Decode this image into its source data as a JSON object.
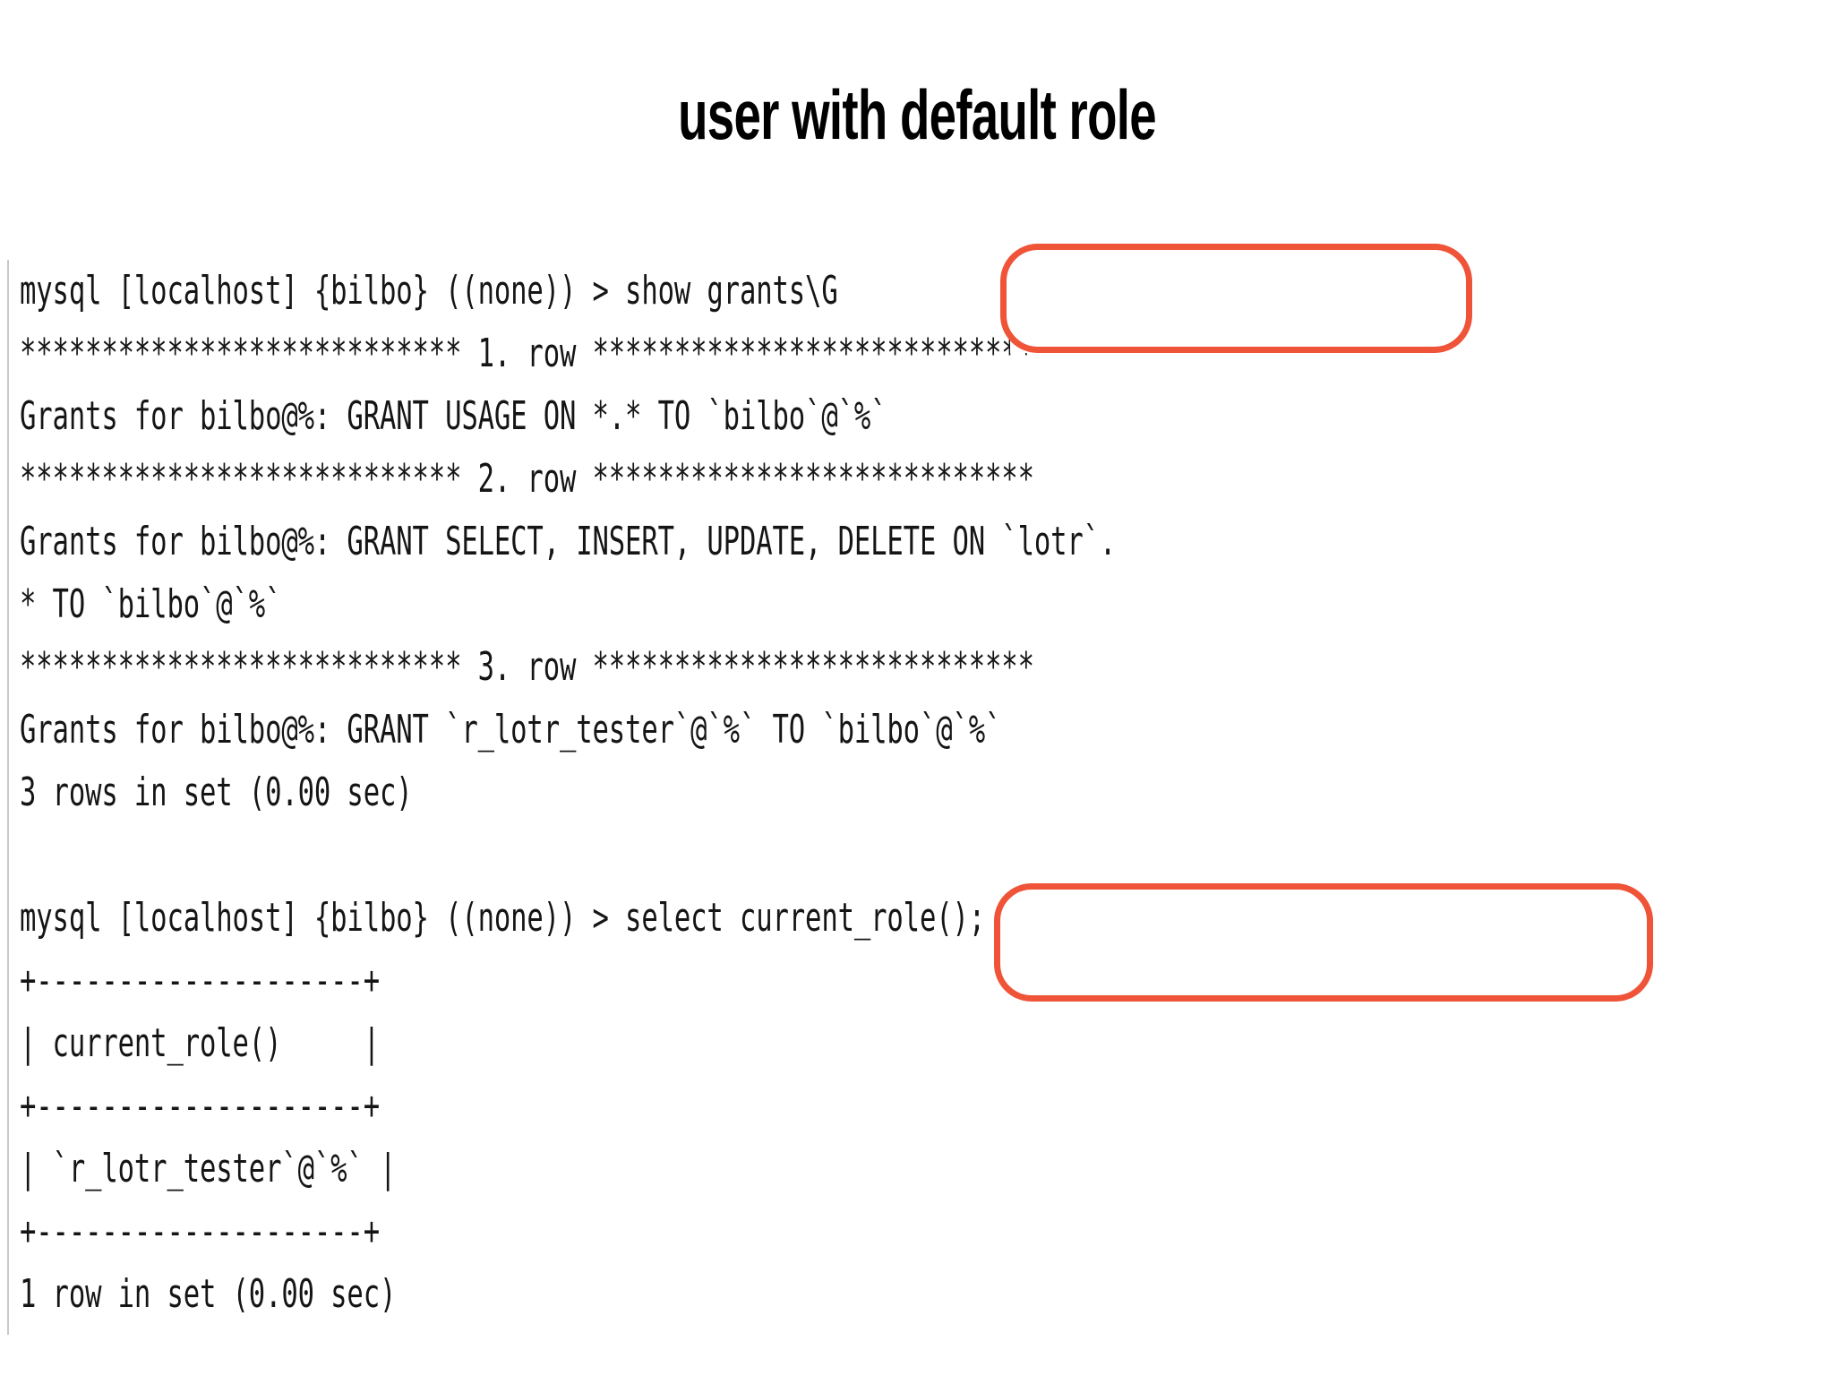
{
  "slide": {
    "title": "user with default role",
    "background_color": "#ffffff",
    "title_color": "#000000"
  },
  "annotations": {
    "color": "#ef5338",
    "style": "hand-drawn rounded rectangle",
    "boxes": [
      {
        "name": "show-grants",
        "highlighted_text": "show grants\\G",
        "shape": "rounded-rectangle"
      },
      {
        "name": "select-current-role",
        "highlighted_text": "select current_role();",
        "shape": "rounded-rectangle"
      }
    ]
  },
  "terminal": {
    "prompt": "mysql [localhost] {bilbo} ((none)) > ",
    "text_color": "#151515",
    "background_color": "#ffffff",
    "commands": [
      "show grants\\G",
      "select current_role();"
    ],
    "content": "mysql [localhost] {bilbo} ((none)) > show grants\\G\n*************************** 1. row ***************************\nGrants for bilbo@%: GRANT USAGE ON *.* TO `bilbo`@`%`\n*************************** 2. row ***************************\nGrants for bilbo@%: GRANT SELECT, INSERT, UPDATE, DELETE ON `lotr`.\n* TO `bilbo`@`%`\n*************************** 3. row ***************************\nGrants for bilbo@%: GRANT `r_lotr_tester`@`%` TO `bilbo`@`%`\n3 rows in set (0.00 sec)\n\nmysql [localhost] {bilbo} ((none)) > select current_role();\n+--------------------+\n| current_role()     |\n+--------------------+\n| `r_lotr_tester`@`%` |\n+--------------------+\n1 row in set (0.00 sec)",
    "lines": [
      "mysql [localhost] {bilbo} ((none)) > show grants\\G",
      "*************************** 1. row ***************************",
      "Grants for bilbo@%: GRANT USAGE ON *.* TO `bilbo`@`%`",
      "*************************** 2. row ***************************",
      "Grants for bilbo@%: GRANT SELECT, INSERT, UPDATE, DELETE ON `lotr`.",
      "* TO `bilbo`@`%`",
      "*************************** 3. row ***************************",
      "Grants for bilbo@%: GRANT `r_lotr_tester`@`%` TO `bilbo`@`%`",
      "3 rows in set (0.00 sec)",
      "",
      "mysql [localhost] {bilbo} ((none)) > select current_role();",
      "+--------------------+",
      "| current_role()     |",
      "+--------------------+",
      "| `r_lotr_tester`@`%` |",
      "+--------------------+",
      "1 row in set (0.00 sec)"
    ],
    "grants_result": {
      "row_separator_label_1": "1. row",
      "row_separator_label_2": "2. row",
      "row_separator_label_3": "3. row",
      "rows": [
        "Grants for bilbo@%: GRANT USAGE ON *.* TO `bilbo`@`%`",
        "Grants for bilbo@%: GRANT SELECT, INSERT, UPDATE, DELETE ON `lotr`.* TO `bilbo`@`%`",
        "Grants for bilbo@%: GRANT `r_lotr_tester`@`%` TO `bilbo`@`%`"
      ],
      "status": "3 rows in set (0.00 sec)"
    },
    "current_role_result": {
      "columns": [
        "current_role()"
      ],
      "rows": [
        [
          "`r_lotr_tester`@`%`"
        ]
      ],
      "status": "1 row in set (0.00 sec)"
    }
  }
}
